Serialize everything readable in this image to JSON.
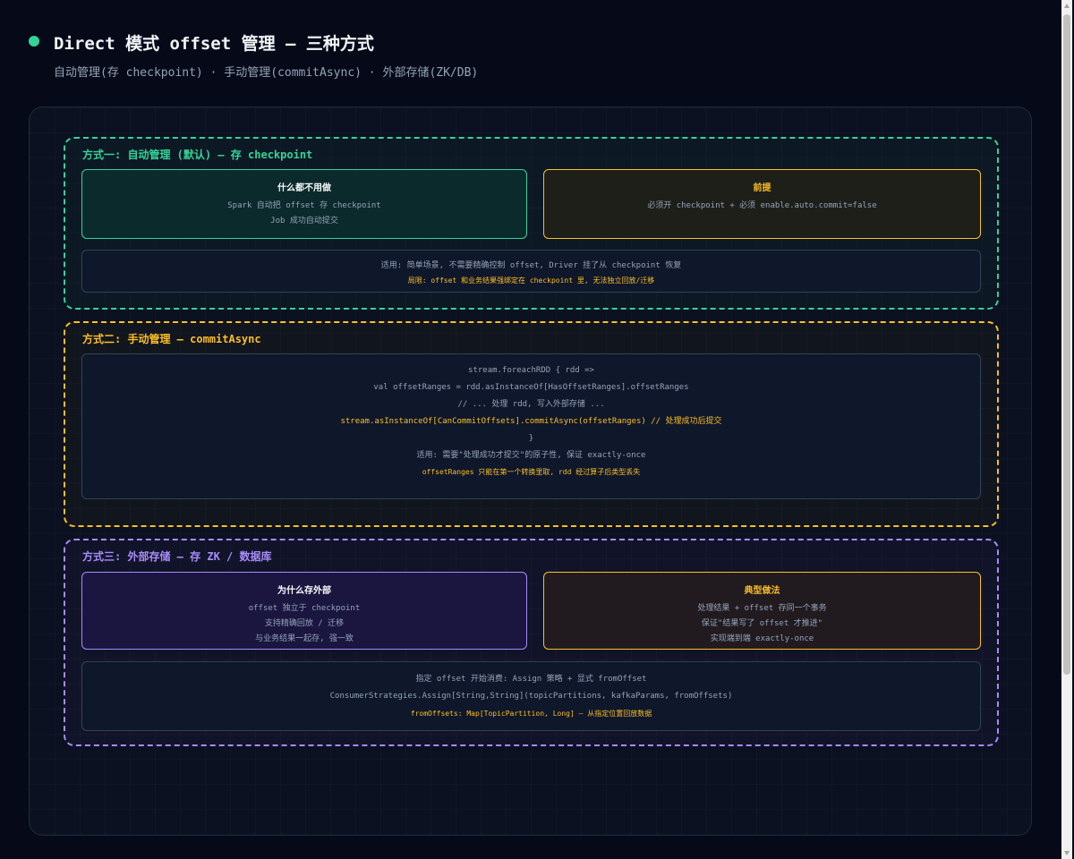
{
  "header": {
    "title": "Direct 模式 offset 管理 — 三种方式",
    "subtitle": "自动管理(存 checkpoint) · 手动管理(commitAsync) · 外部存储(ZK/DB)"
  },
  "section1": {
    "title": "方式一: 自动管理 (默认) — 存 checkpoint",
    "left_box": {
      "title": "什么都不用做",
      "lines": [
        "Spark 自动把 offset 存 checkpoint",
        "Job 成功自动提交"
      ]
    },
    "right_box": {
      "title": "前提",
      "lines": [
        "必须开 checkpoint + 必须 enable.auto.commit=false"
      ]
    },
    "bottom_box": {
      "line": "适用: 简单场景, 不需要精确控制 offset, Driver 挂了从 checkpoint 恢复",
      "highlight": "局限: offset 和业务结果强绑定在 checkpoint 里, 无法独立回放/迁移"
    }
  },
  "section2": {
    "title": "方式二: 手动管理 — commitAsync",
    "code": [
      "stream.foreachRDD { rdd =>",
      "val offsetRanges = rdd.asInstanceOf[HasOffsetRanges].offsetRanges",
      "// ... 处理 rdd, 写入外部存储 ...",
      "stream.asInstanceOf[CanCommitOffsets].commitAsync(offsetRanges) // 处理成功后提交",
      "}"
    ],
    "usage": "适用: 需要\"处理成功才提交\"的原子性, 保证 exactly-once",
    "highlight": "offsetRanges 只能在第一个转换里取, rdd 经过算子后类型丢失"
  },
  "section3": {
    "title": "方式三: 外部存储 — 存 ZK / 数据库",
    "left_box": {
      "title": "为什么存外部",
      "lines": [
        "offset 独立于 checkpoint",
        "支持精确回放 / 迁移",
        "与业务结果一起存, 强一致"
      ]
    },
    "right_box": {
      "title": "典型做法",
      "lines": [
        "处理结果 + offset 存同一个事务",
        "保证\"结果写了 offset 才推进\"",
        "实现端到端 exactly-once"
      ]
    },
    "bottom_box": {
      "line1": "指定 offset 开始消费: Assign 策略 + 显式 fromOffset",
      "line2": "ConsumerStrategies.Assign[String,String](topicPartitions, kafkaParams, fromOffsets)",
      "highlight": "fromOffsets: Map[TopicPartition, Long] — 从指定位置回放数据"
    }
  },
  "colors": {
    "background": "#060a18",
    "teal": "#34d399",
    "amber": "#fbbf24",
    "purple": "#a78bfa"
  }
}
